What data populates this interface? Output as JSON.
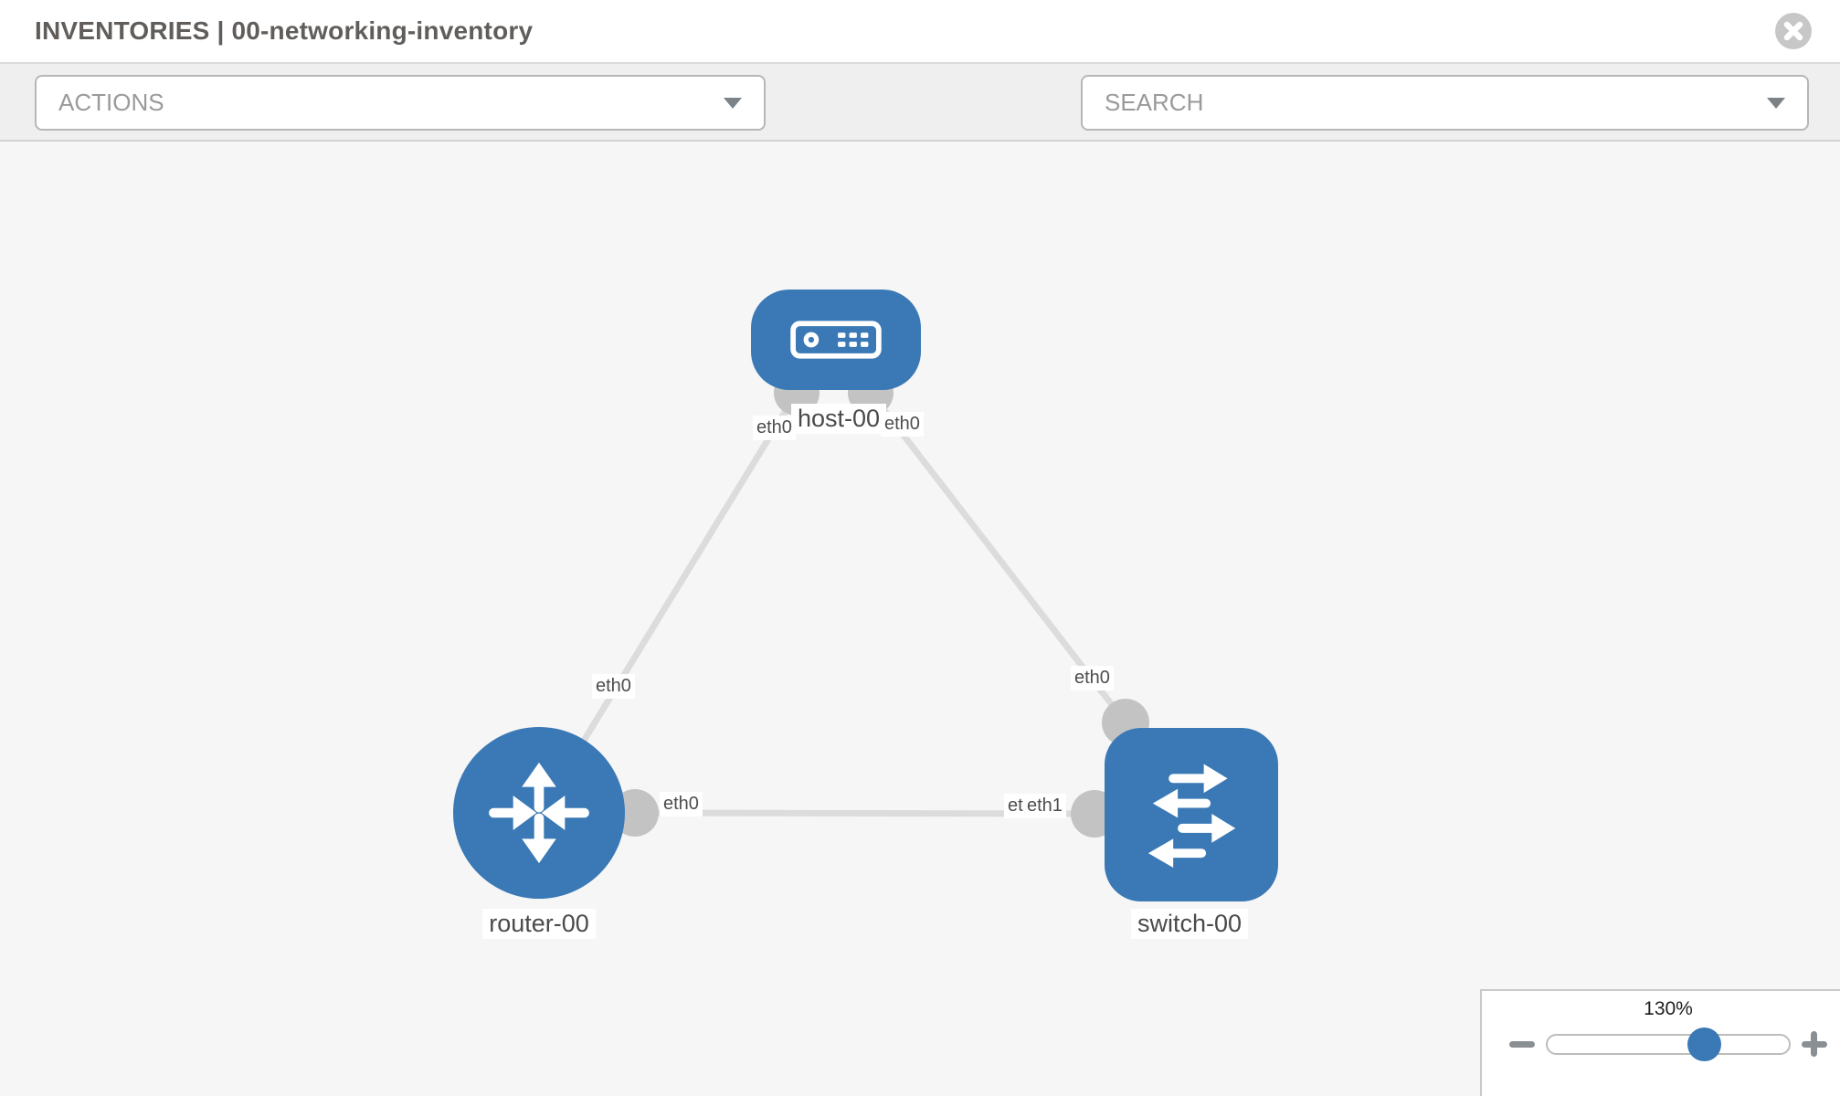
{
  "header": {
    "title": "INVENTORIES | 00-networking-inventory"
  },
  "toolbar": {
    "actions_label": "ACTIONS",
    "search_label": "SEARCH"
  },
  "icons": {
    "header_close": "close-icon",
    "tool_left": "wrench-icon",
    "tool_right": "key-icon",
    "dropdown": "chevron-down-icon",
    "zoom_out": "minus-icon",
    "zoom_in": "plus-icon"
  },
  "topology": {
    "nodes": [
      {
        "label": "host-00",
        "type": "host"
      },
      {
        "label": "router-00",
        "type": "router"
      },
      {
        "label": "switch-00",
        "type": "switch"
      }
    ],
    "links": [
      {
        "from": "router-00",
        "to": "host-00"
      },
      {
        "from": "host-00",
        "to": "switch-00"
      },
      {
        "from": "router-00",
        "to": "switch-00"
      }
    ],
    "interface_labels": {
      "host_left": "eth0",
      "host_right": "eth0",
      "router_host_link": "eth0",
      "host_switch_link": "eth0",
      "router_side": "eth0",
      "switch_side_back": "eth0",
      "switch_side_front": "eth1"
    }
  },
  "zoom_widget": {
    "level": "130%"
  },
  "colors": {
    "node_blue": "#3a79b5",
    "link_gray": "#dcdcdc",
    "connector_gray": "#c3c3c3",
    "toolbar_bg": "#efefef",
    "canvas_bg": "#f6f6f6"
  }
}
